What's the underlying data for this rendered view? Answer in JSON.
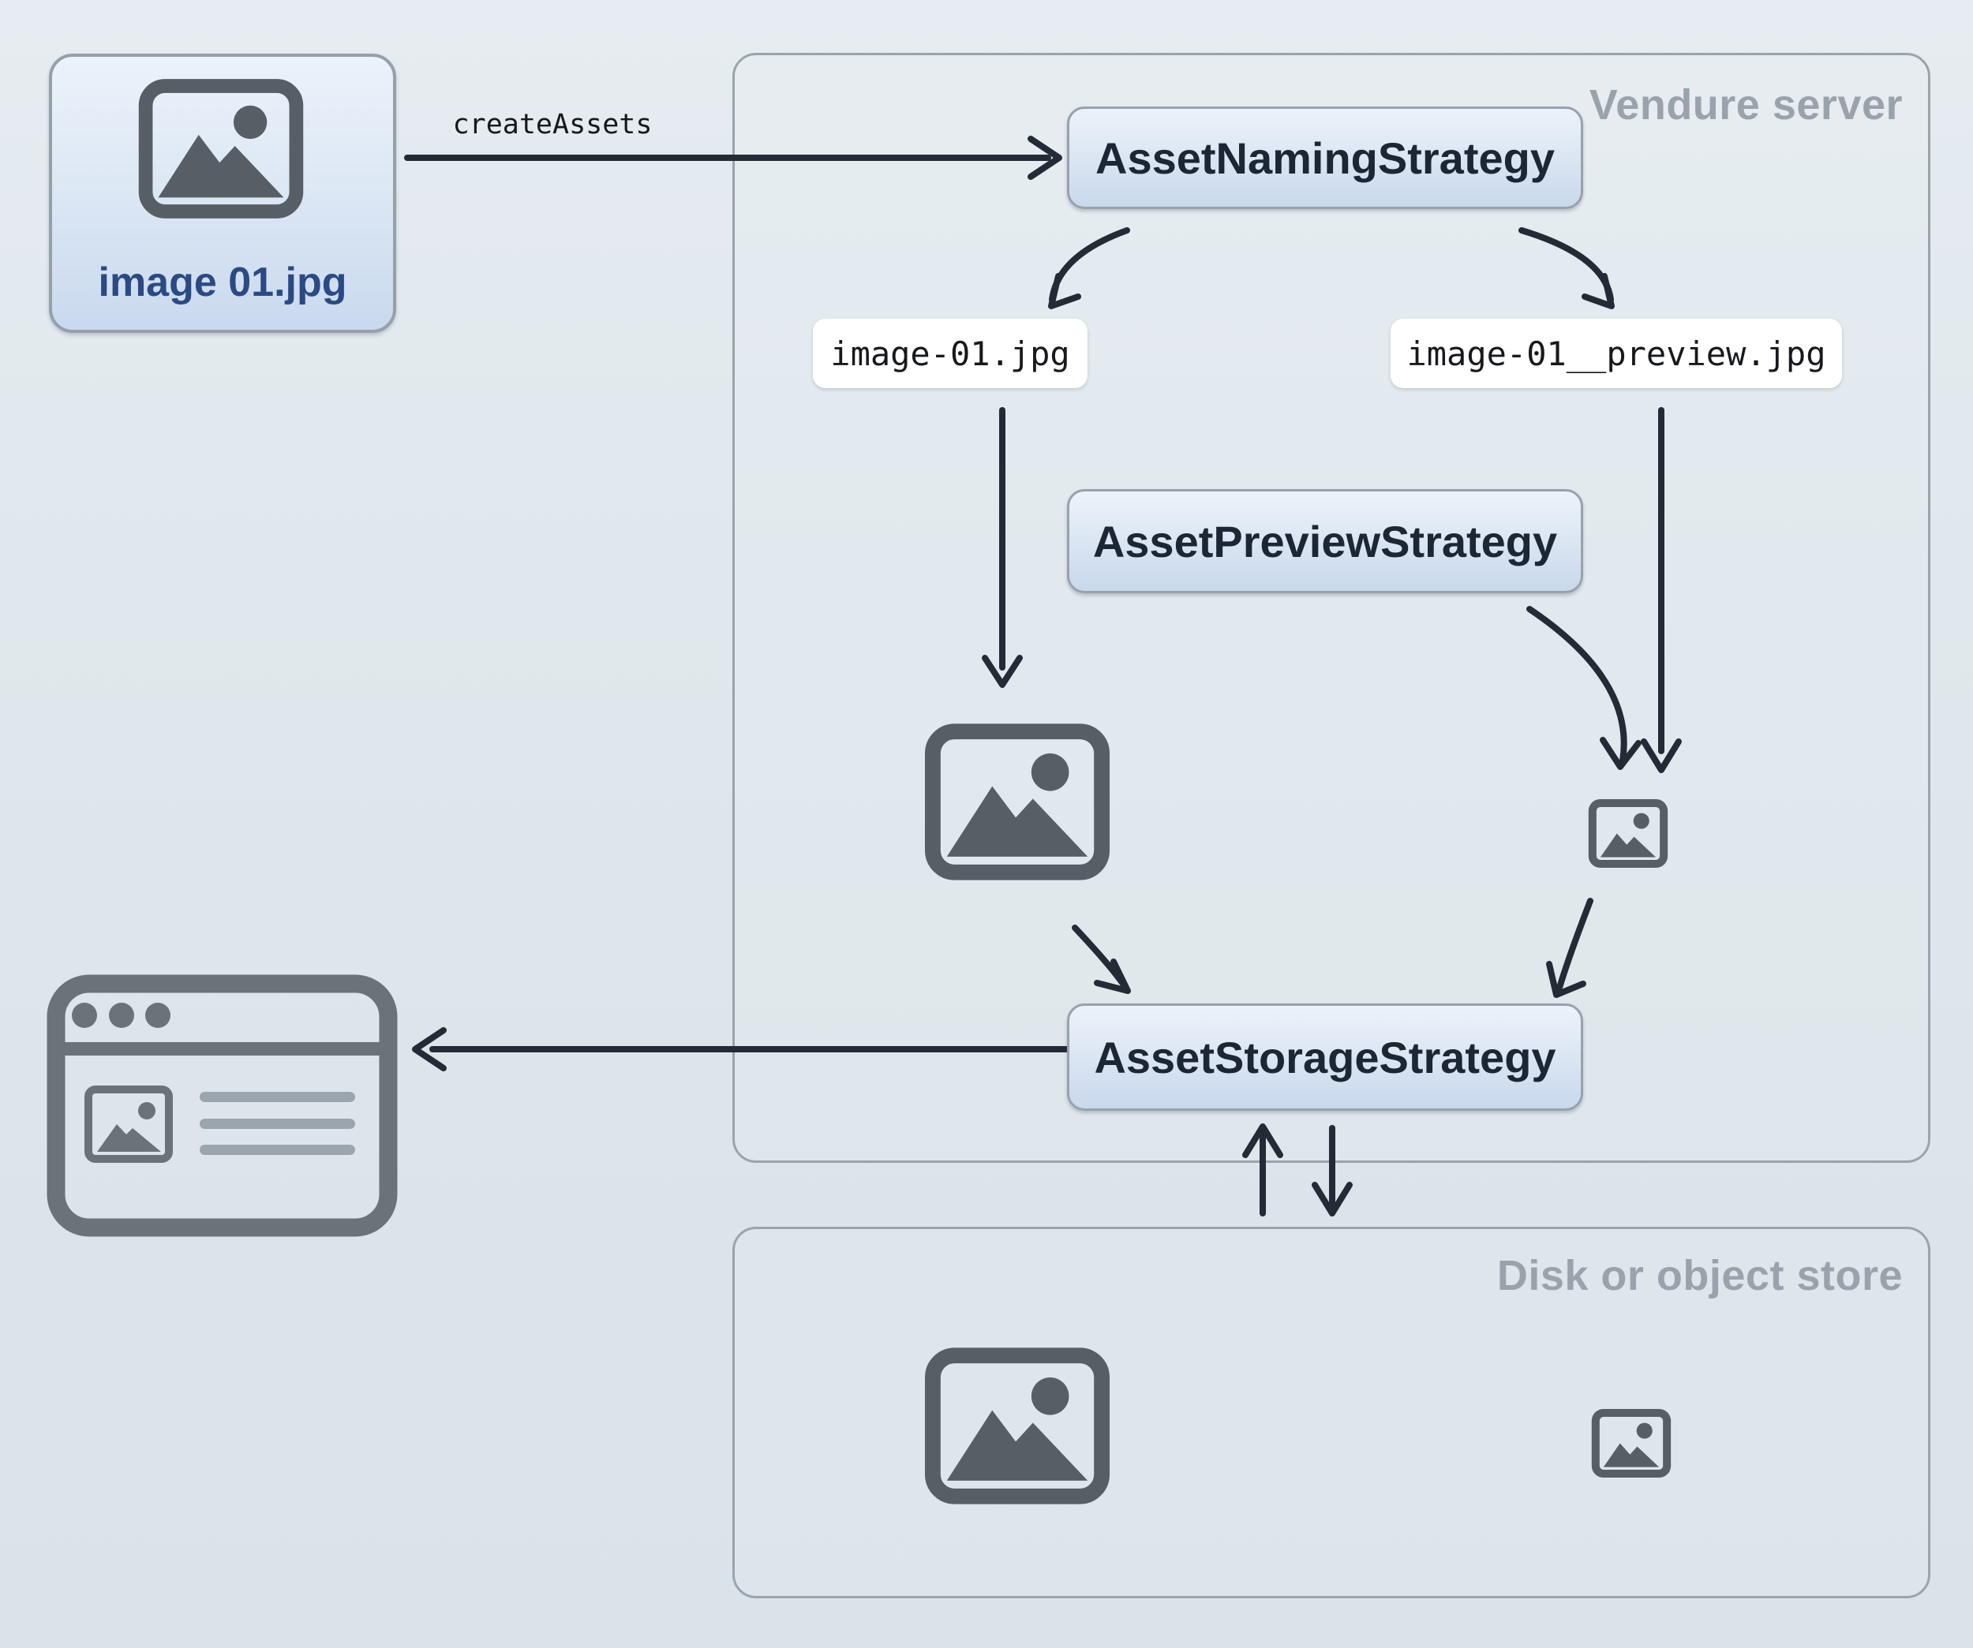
{
  "file_card": {
    "filename": "image 01.jpg"
  },
  "create_assets": {
    "label": "createAssets"
  },
  "vendure_server": {
    "title": "Vendure server",
    "naming_strategy_label": "AssetNamingStrategy",
    "preview_strategy_label": "AssetPreviewStrategy",
    "storage_strategy_label": "AssetStorageStrategy",
    "source_filename": "image-01.jpg",
    "preview_filename": "image-01__preview.jpg"
  },
  "disk_store": {
    "title": "Disk or object store"
  },
  "colors": {
    "background": "#dde5eb",
    "box_border": "#98a2ac",
    "box_gradient_top": "#ecf2fa",
    "box_gradient_bottom": "#c9d8ec",
    "box_text": "#1d2634",
    "filename_text": "#17191d",
    "file_label_blue": "#2b4a84",
    "container_label_gray": "#9aa3ab",
    "arrow": "#222b36",
    "icon_gray": "#575e66",
    "browser_gray": "#6b7279",
    "browser_line_gray": "#9aa5ae"
  }
}
